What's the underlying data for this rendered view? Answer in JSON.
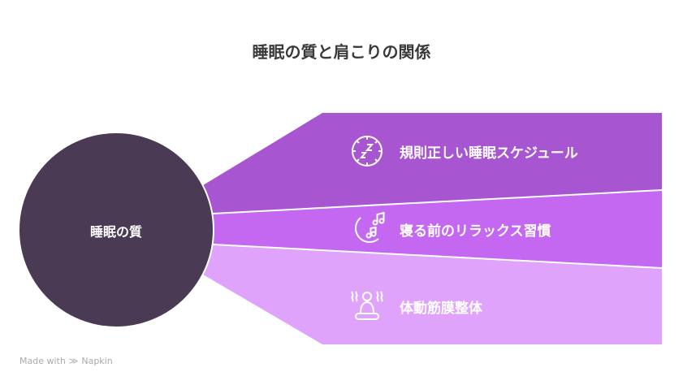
{
  "title": "睡眠の質と肩こりの関係",
  "center": {
    "label": "睡眠の質",
    "color": "#4b3a54"
  },
  "items": [
    {
      "label": "規則正しい睡眠スケジュール",
      "icon": "sleep-clock-icon",
      "color": "#a855d1"
    },
    {
      "label": "寝る前のリラックス習慣",
      "icon": "moon-music-icon",
      "color": "#c468f1"
    },
    {
      "label": "体動筋膜整体",
      "icon": "relaxing-person-icon",
      "color": "#dfa3fb"
    }
  ],
  "footer": {
    "made_with": "Made with",
    "brand": "Napkin"
  }
}
